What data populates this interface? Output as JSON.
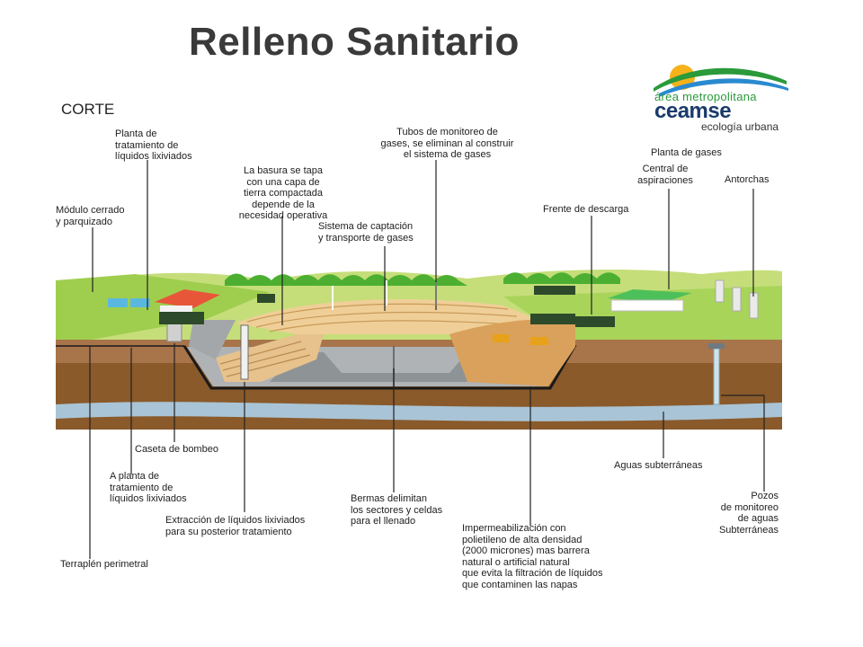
{
  "title": "Relleno Sanitario",
  "section": "CORTE",
  "logo": {
    "line1": "área metropolitana",
    "brand": "ceamse",
    "tagline": "ecología urbana"
  },
  "labels": {
    "planta_tratamiento": "Planta de\ntratamiento de\nlíquidos lixiviados",
    "modulo_cerrado": "Módulo cerrado\ny parquizado",
    "basura_tapa": "La basura se tapa\ncon una capa de\ntierra compactada\ndepende de la\nnecesidad operativa",
    "tubos_monitoreo": "Tubos de monitoreo de\ngases, se eliminan al construir\nel sistema de gases",
    "sistema_captacion": "Sistema de captación\ny transporte de gases",
    "frente_descarga": "Frente de descarga",
    "planta_gases": "Planta de gases",
    "central_aspiraciones": "Central de\naspiraciones",
    "antorchas": "Antorchas",
    "caseta_bombeo": "Caseta de bombeo",
    "a_planta": "A planta de\ntratamiento de\nlíquidos lixiviados",
    "extraccion": "Extracción de líquidos lixiviados\npara su posterior tratamiento",
    "bermas": "Bermas delimitan\nlos sectores y celdas\npara el llenado",
    "impermeabilizacion": "Impermeabilización con\npolietileno de alta densidad\n(2000 micrones) mas barrera\nnatural o artificial natural\nque evita la filtración de líquidos\nque contaminen las napas",
    "aguas_subterraneas": "Aguas subterráneas",
    "pozos": "Pozos\nde monitoreo\nde aguas\nSubterráneas",
    "terraplen": "Terraplén perimetral"
  },
  "colors": {
    "sky": "#ffffff",
    "grass_dark": "#8cc63f",
    "grass_light": "#c5de7a",
    "soil": "#8a5a2b",
    "groundwater": "#a9c4d6",
    "liner": "#1a1a1a",
    "gravel": "#9ea3a6",
    "garbage_layers": "#e7c28c",
    "discharge": "#d9a15b",
    "logo_green": "#2a9a3a",
    "logo_blue": "#1a3a6b",
    "sun": "#f6b21b"
  }
}
